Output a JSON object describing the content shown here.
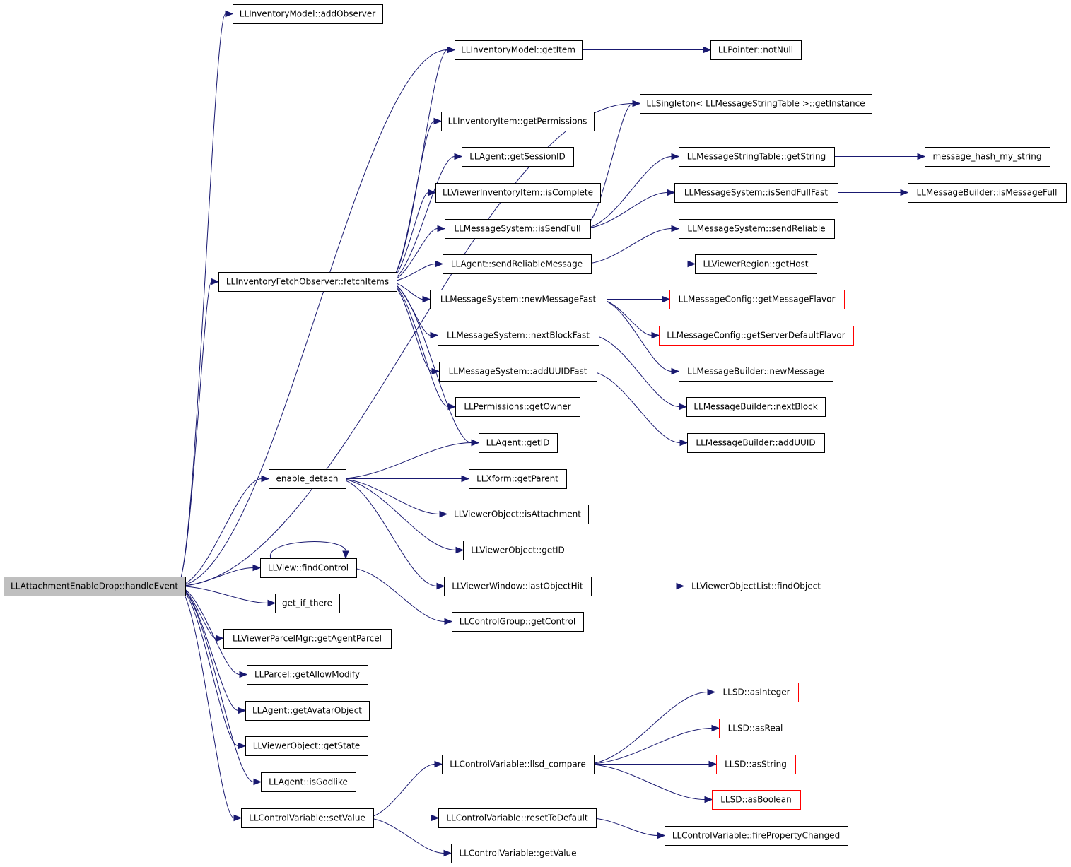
{
  "colors": {
    "edge": "#191970",
    "node_border": "#000000",
    "truncated_border": "#ff0000",
    "root_fill": "#bfbfbf",
    "node_fill": "#ffffff"
  },
  "nodes": [
    {
      "id": "root",
      "label": "LLAttachmentEnableDrop::handleEvent",
      "style": "root"
    },
    {
      "id": "addObserver",
      "label": "LLInventoryModel::addObserver"
    },
    {
      "id": "getItem",
      "label": "LLInventoryModel::getItem"
    },
    {
      "id": "notNull",
      "label": "LLPointer::notNull"
    },
    {
      "id": "getInstance",
      "label": "LLSingleton< LLMessageStringTable >::getInstance"
    },
    {
      "id": "getPermissions",
      "label": "LLInventoryItem::getPermissions"
    },
    {
      "id": "getSessionID",
      "label": "LLAgent::getSessionID"
    },
    {
      "id": "getString",
      "label": "LLMessageStringTable::getString"
    },
    {
      "id": "hashString",
      "label": "message_hash_my_string"
    },
    {
      "id": "isComplete",
      "label": "LLViewerInventoryItem::isComplete"
    },
    {
      "id": "isSendFullFast",
      "label": "LLMessageSystem::isSendFullFast"
    },
    {
      "id": "isMessageFull",
      "label": "LLMessageBuilder::isMessageFull"
    },
    {
      "id": "isSendFull",
      "label": "LLMessageSystem::isSendFull"
    },
    {
      "id": "sendReliable",
      "label": "LLMessageSystem::sendReliable"
    },
    {
      "id": "sendReliableMessage",
      "label": "LLAgent::sendReliableMessage"
    },
    {
      "id": "getHost",
      "label": "LLViewerRegion::getHost"
    },
    {
      "id": "fetchItems",
      "label": "LLInventoryFetchObserver::fetchItems"
    },
    {
      "id": "newMessageFast",
      "label": "LLMessageSystem::newMessageFast"
    },
    {
      "id": "getMessageFlavor",
      "label": "LLMessageConfig::getMessageFlavor",
      "style": "truncated"
    },
    {
      "id": "nextBlockFast",
      "label": "LLMessageSystem::nextBlockFast"
    },
    {
      "id": "getServerDefaultFlavor",
      "label": "LLMessageConfig::getServerDefaultFlavor",
      "style": "truncated"
    },
    {
      "id": "newMessage",
      "label": "LLMessageBuilder::newMessage"
    },
    {
      "id": "addUUIDFast",
      "label": "LLMessageSystem::addUUIDFast"
    },
    {
      "id": "nextBlock",
      "label": "LLMessageBuilder::nextBlock"
    },
    {
      "id": "getOwner",
      "label": "LLPermissions::getOwner"
    },
    {
      "id": "addUUID",
      "label": "LLMessageBuilder::addUUID"
    },
    {
      "id": "agentGetID",
      "label": "LLAgent::getID"
    },
    {
      "id": "enableDetach",
      "label": "enable_detach"
    },
    {
      "id": "getParent",
      "label": "LLXform::getParent"
    },
    {
      "id": "isAttachment",
      "label": "LLViewerObject::isAttachment"
    },
    {
      "id": "objGetID",
      "label": "LLViewerObject::getID"
    },
    {
      "id": "findControl",
      "label": "LLView::findControl"
    },
    {
      "id": "lastObjectHit",
      "label": "LLViewerWindow::lastObjectHit"
    },
    {
      "id": "findObject",
      "label": "LLViewerObjectList::findObject"
    },
    {
      "id": "getIfThere",
      "label": "get_if_there"
    },
    {
      "id": "getControl",
      "label": "LLControlGroup::getControl"
    },
    {
      "id": "getAgentParcel",
      "label": "LLViewerParcelMgr::getAgentParcel"
    },
    {
      "id": "getAllowModify",
      "label": "LLParcel::getAllowModify"
    },
    {
      "id": "asInteger",
      "label": "LLSD::asInteger",
      "style": "truncated"
    },
    {
      "id": "getAvatarObject",
      "label": "LLAgent::getAvatarObject"
    },
    {
      "id": "asReal",
      "label": "LLSD::asReal",
      "style": "truncated"
    },
    {
      "id": "getState",
      "label": "LLViewerObject::getState"
    },
    {
      "id": "llsdCompare",
      "label": "LLControlVariable::llsd_compare"
    },
    {
      "id": "asString",
      "label": "LLSD::asString",
      "style": "truncated"
    },
    {
      "id": "isGodlike",
      "label": "LLAgent::isGodlike"
    },
    {
      "id": "asBoolean",
      "label": "LLSD::asBoolean",
      "style": "truncated"
    },
    {
      "id": "setValue",
      "label": "LLControlVariable::setValue"
    },
    {
      "id": "resetToDefault",
      "label": "LLControlVariable::resetToDefault"
    },
    {
      "id": "firePropertyChanged",
      "label": "LLControlVariable::firePropertyChanged"
    },
    {
      "id": "getValue",
      "label": "LLControlVariable::getValue"
    }
  ],
  "edges": [
    [
      "root",
      "addObserver"
    ],
    [
      "root",
      "getItem"
    ],
    [
      "root",
      "getInstance"
    ],
    [
      "root",
      "fetchItems"
    ],
    [
      "root",
      "enableDetach"
    ],
    [
      "root",
      "findControl"
    ],
    [
      "root",
      "lastObjectHit"
    ],
    [
      "root",
      "getIfThere"
    ],
    [
      "root",
      "getAgentParcel"
    ],
    [
      "root",
      "getAllowModify"
    ],
    [
      "root",
      "getAvatarObject"
    ],
    [
      "root",
      "getState"
    ],
    [
      "root",
      "isGodlike"
    ],
    [
      "root",
      "setValue"
    ],
    [
      "getItem",
      "notNull"
    ],
    [
      "fetchItems",
      "getItem"
    ],
    [
      "fetchItems",
      "getPermissions"
    ],
    [
      "fetchItems",
      "getSessionID"
    ],
    [
      "fetchItems",
      "isComplete"
    ],
    [
      "fetchItems",
      "isSendFull"
    ],
    [
      "fetchItems",
      "sendReliableMessage"
    ],
    [
      "fetchItems",
      "newMessageFast"
    ],
    [
      "fetchItems",
      "nextBlockFast"
    ],
    [
      "fetchItems",
      "addUUIDFast"
    ],
    [
      "fetchItems",
      "getOwner"
    ],
    [
      "fetchItems",
      "agentGetID"
    ],
    [
      "isSendFull",
      "getInstance"
    ],
    [
      "isSendFull",
      "getString"
    ],
    [
      "isSendFull",
      "isSendFullFast"
    ],
    [
      "getString",
      "hashString"
    ],
    [
      "isSendFullFast",
      "isMessageFull"
    ],
    [
      "sendReliableMessage",
      "sendReliable"
    ],
    [
      "sendReliableMessage",
      "getHost"
    ],
    [
      "newMessageFast",
      "getMessageFlavor"
    ],
    [
      "newMessageFast",
      "getServerDefaultFlavor"
    ],
    [
      "newMessageFast",
      "newMessage"
    ],
    [
      "nextBlockFast",
      "nextBlock"
    ],
    [
      "addUUIDFast",
      "addUUID"
    ],
    [
      "enableDetach",
      "agentGetID"
    ],
    [
      "enableDetach",
      "getParent"
    ],
    [
      "enableDetach",
      "isAttachment"
    ],
    [
      "enableDetach",
      "objGetID"
    ],
    [
      "enableDetach",
      "lastObjectHit"
    ],
    [
      "findControl",
      "findControl"
    ],
    [
      "findControl",
      "getControl"
    ],
    [
      "lastObjectHit",
      "findObject"
    ],
    [
      "setValue",
      "llsdCompare"
    ],
    [
      "setValue",
      "resetToDefault"
    ],
    [
      "setValue",
      "getValue"
    ],
    [
      "llsdCompare",
      "asInteger"
    ],
    [
      "llsdCompare",
      "asReal"
    ],
    [
      "llsdCompare",
      "asString"
    ],
    [
      "llsdCompare",
      "asBoolean"
    ],
    [
      "resetToDefault",
      "firePropertyChanged"
    ]
  ]
}
